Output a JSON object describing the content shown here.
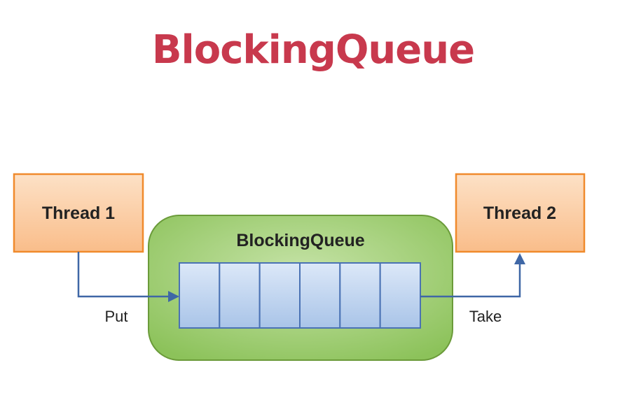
{
  "title": "BlockingQueue",
  "nodes": {
    "thread1": {
      "label": "Thread 1"
    },
    "thread2": {
      "label": "Thread 2"
    },
    "queue": {
      "label": "BlockingQueue",
      "slot_count": 6
    }
  },
  "edges": {
    "put": {
      "label": "Put"
    },
    "take": {
      "label": "Take"
    }
  },
  "colors": {
    "title": "#c8394d",
    "thread_fill_top": "#fde1c6",
    "thread_fill_bottom": "#f9bd8a",
    "thread_stroke": "#f08a2c",
    "queue_fill_light": "#c6e3a8",
    "queue_fill_dark": "#8cc25a",
    "queue_stroke": "#6b9b3a",
    "slot_fill_top": "#dce8f8",
    "slot_fill_bottom": "#a9c4e8",
    "slot_stroke": "#4a72b4",
    "arrow": "#3f67a6",
    "text": "#222222"
  }
}
